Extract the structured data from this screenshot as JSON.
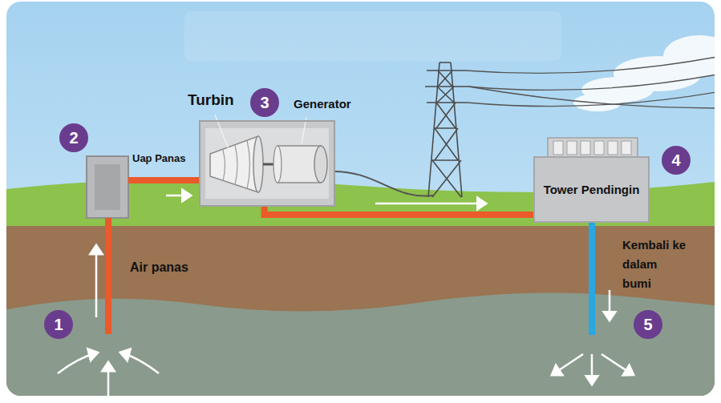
{
  "diagram": {
    "nodes": [
      {
        "text": [
          "Turbin",
          "Generator"
        ]
      },
      {
        "text": [
          "Tower Pendingin"
        ]
      }
    ],
    "edges": [
      {
        "from": 0,
        "to": 1,
        "arrow": "none"
      }
    ],
    "labels": [
      "2",
      "Uap Panas",
      "3",
      "4",
      "Air panas",
      "1",
      "Kembali ke dalam bumi",
      "5"
    ]
  }
}
